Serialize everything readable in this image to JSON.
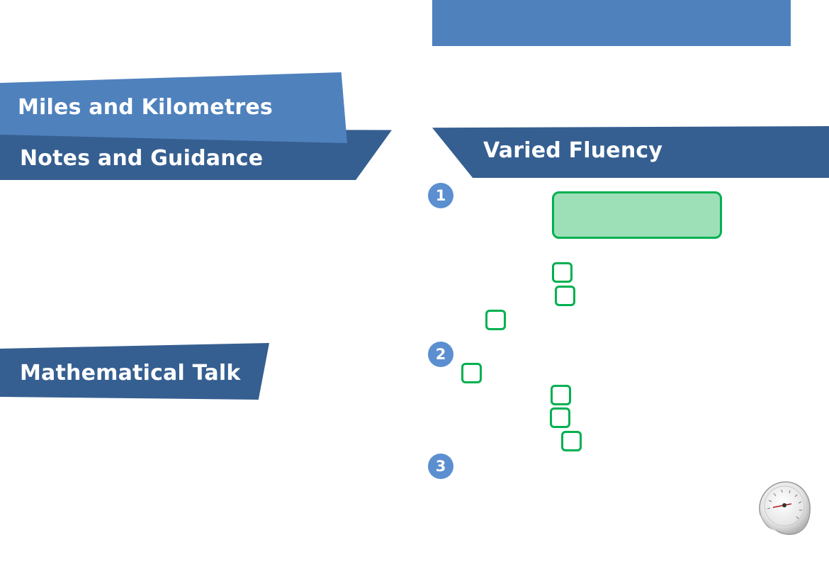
{
  "banners": {
    "title": "Miles and Kilometres",
    "notes": "Notes and Guidance",
    "talk": "Mathematical Talk",
    "fluency": "Varied Fluency"
  },
  "questions": [
    {
      "number": "1"
    },
    {
      "number": "2"
    },
    {
      "number": "3"
    }
  ],
  "colors": {
    "primary_blue": "#4f81bd",
    "dark_blue": "#365f91",
    "question_circle": "#5b8fd0",
    "answer_green": "#00b050",
    "answer_fill": "#9de0b8"
  },
  "icons": {
    "speedometer": "speedometer-icon"
  }
}
